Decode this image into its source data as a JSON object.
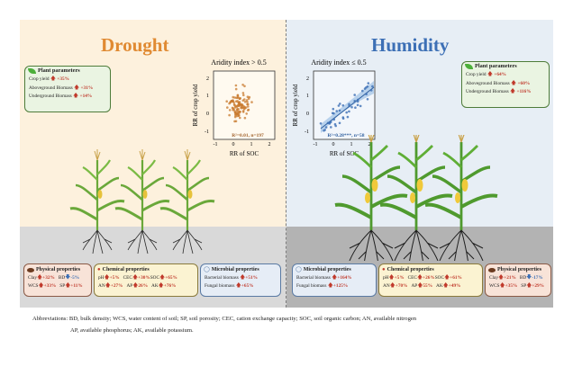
{
  "titles": {
    "drought": "Drought",
    "humidity": "Humidity"
  },
  "colors": {
    "drought": "#e08a32",
    "humidity": "#3c6fb5",
    "increase": "#c0392b",
    "decrease": "#3c6fb5"
  },
  "plant_parameters": {
    "heading": "Plant parameters",
    "drought": [
      {
        "label": "Crop yield",
        "value": "+35%"
      },
      {
        "label": "Aboveground Biomass",
        "value": "+31%"
      },
      {
        "label": "Underground Biomass",
        "value": "+14%"
      }
    ],
    "humidity": [
      {
        "label": "Crop yield",
        "value": "+64%"
      },
      {
        "label": "Aboveground Biomass",
        "value": "+60%"
      },
      {
        "label": "Underground Biomass",
        "value": "+116%"
      }
    ]
  },
  "plots": {
    "drought": {
      "condition": "Aridity index > 0.5",
      "ylabel": "RR of crop yield",
      "xlabel": "RR of SOC",
      "stat": "R²=0.01, n=197",
      "yticks": [
        "2",
        "1",
        "0",
        "-1"
      ],
      "xticks": [
        "-1",
        "0",
        "1",
        "2"
      ]
    },
    "humidity": {
      "condition": "Aridity index ≤ 0.5",
      "ylabel": "RR of crop yield",
      "xlabel": "RR of SOC",
      "stat": "R²=0.28***, n=58",
      "yticks": [
        "2",
        "1",
        "0",
        "-1"
      ],
      "xticks": [
        "-1",
        "0",
        "1",
        "2"
      ]
    }
  },
  "physical": {
    "heading": "Physical properties",
    "drought": {
      "clay_label": "Clay",
      "clay": "+32%",
      "bd_label": "BD",
      "bd": "-5%",
      "wcs_label": "WCS",
      "wcs": "+33%",
      "sp_label": "SP",
      "sp": "+11%"
    },
    "humidity": {
      "clay_label": "Clay",
      "clay": "+21%",
      "bd_label": "BD",
      "bd": "-17%",
      "wcs_label": "WCS",
      "wcs": "+35%",
      "sp_label": "SP",
      "sp": "+29%"
    }
  },
  "chemical": {
    "heading": "Chemical properties",
    "drought": {
      "ph_label": "pH",
      "ph": "+5%",
      "cec_label": "CEC",
      "cec": "+30%",
      "soc_label": "SOC",
      "soc": "+65%",
      "an_label": "AN",
      "an": "+27%",
      "ap_label": "AP",
      "ap": "26%",
      "ak_label": "AK",
      "ak": "+76%"
    },
    "humidity": {
      "ph_label": "pH",
      "ph": "+5%",
      "cec_label": "CEC",
      "cec": "+26%",
      "soc_label": "SOC",
      "soc": "+61%",
      "an_label": "AN",
      "an": "+70%",
      "ap_label": "AP",
      "ap": "55%",
      "ak_label": "AK",
      "ak": "+49%"
    }
  },
  "microbial": {
    "heading": "Microbial properties",
    "drought": {
      "bact_label": "Bacterial biomass",
      "bact": "+51%",
      "fung_label": "Fungal biomass",
      "fung": "+65%"
    },
    "humidity": {
      "bact_label": "Bacterial biomass",
      "bact": "+164%",
      "fung_label": "Fungal biomass",
      "fung": "+125%"
    }
  },
  "abbreviations": {
    "line1": "Abbreviations: BD, bulk density; WCS, water content of soil; SP, soil porosity; CEC, cation exchange capacity; SOC, soil organic carbon; AN, available nitrogen",
    "line2": "AP, available phosphorus; AK, available potassium."
  }
}
